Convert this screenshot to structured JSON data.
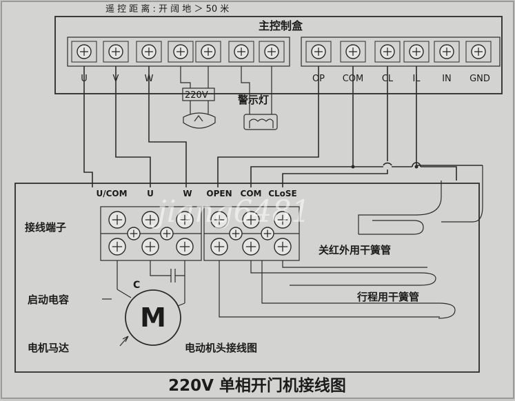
{
  "top_note": "遥 控 距 离 : 开 阔 地 ＞ 50 米",
  "controller_title": "主控制盒",
  "controller_terminals": [
    "U",
    "V",
    "W",
    "OP",
    "COM",
    "CL",
    "IL",
    "IN",
    "GND"
  ],
  "lamp_voltage": "220V",
  "warning_lamp_label": "警示灯",
  "motor_header_labels": [
    "U/COM",
    "U",
    "W",
    "OPEN",
    "COM",
    "CLoSE"
  ],
  "terminal_block_label": "接线端子",
  "capacitor_letter": "C",
  "start_capacitor_label": "启动电容",
  "motor_letter": "M",
  "motor_label": "电机马达",
  "motor_head_wiring_label": "电动机头接线图",
  "infrared_reed_label": "关红外用干簧管",
  "limit_reed_label": "行程用干簧管",
  "watermark": "jiang6481",
  "caption": "220V 单相开门机接线图"
}
